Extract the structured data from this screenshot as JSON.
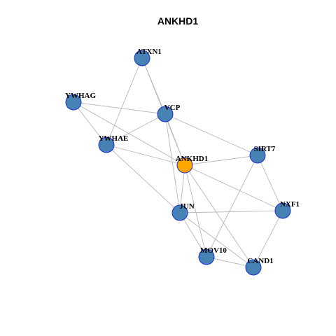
{
  "title": "ANKHD1",
  "colors": {
    "background": "#ffffff",
    "node": "#4682b4",
    "focus_node": "#ffa500",
    "node_border": "#1d2fd0",
    "edge": "#b8b8b8"
  },
  "nodes": [
    {
      "id": "ATXN1",
      "label": "ATXN1",
      "focus": false
    },
    {
      "id": "YWHAG",
      "label": "YWHAG",
      "focus": false
    },
    {
      "id": "VCP",
      "label": "VCP",
      "focus": false
    },
    {
      "id": "YWHAE",
      "label": "YWHAE",
      "focus": false
    },
    {
      "id": "ANKHD1",
      "label": "ANKHD1",
      "focus": true
    },
    {
      "id": "SIRT7",
      "label": "SIRT7",
      "focus": false
    },
    {
      "id": "JUN",
      "label": "JUN",
      "focus": false
    },
    {
      "id": "NXF1",
      "label": "NXF1",
      "focus": false
    },
    {
      "id": "MOV10",
      "label": "MOV10",
      "focus": false
    },
    {
      "id": "CAND1",
      "label": "CAND1",
      "focus": false
    }
  ],
  "edges": [
    [
      "ATXN1",
      "VCP"
    ],
    [
      "ATXN1",
      "YWHAE"
    ],
    [
      "ATXN1",
      "ANKHD1"
    ],
    [
      "YWHAG",
      "VCP"
    ],
    [
      "YWHAG",
      "YWHAE"
    ],
    [
      "YWHAG",
      "ANKHD1"
    ],
    [
      "VCP",
      "YWHAE"
    ],
    [
      "VCP",
      "ANKHD1"
    ],
    [
      "VCP",
      "SIRT7"
    ],
    [
      "VCP",
      "JUN"
    ],
    [
      "YWHAE",
      "ANKHD1"
    ],
    [
      "YWHAE",
      "JUN"
    ],
    [
      "ANKHD1",
      "SIRT7"
    ],
    [
      "ANKHD1",
      "JUN"
    ],
    [
      "ANKHD1",
      "NXF1"
    ],
    [
      "ANKHD1",
      "MOV10"
    ],
    [
      "ANKHD1",
      "CAND1"
    ],
    [
      "SIRT7",
      "NXF1"
    ],
    [
      "SIRT7",
      "MOV10"
    ],
    [
      "JUN",
      "NXF1"
    ],
    [
      "JUN",
      "MOV10"
    ],
    [
      "JUN",
      "CAND1"
    ],
    [
      "NXF1",
      "CAND1"
    ],
    [
      "MOV10",
      "CAND1"
    ]
  ]
}
